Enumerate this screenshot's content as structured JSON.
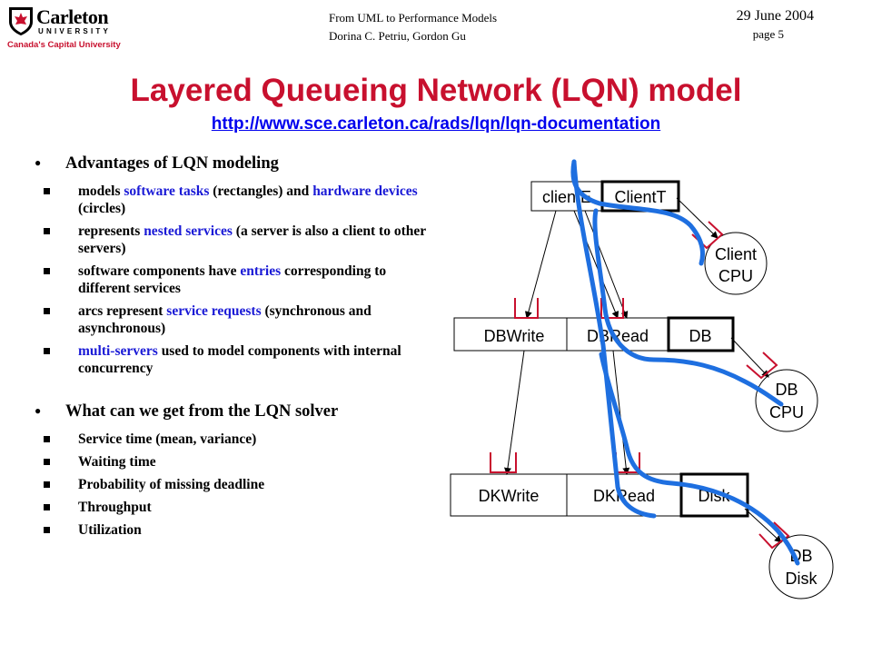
{
  "header": {
    "logo": {
      "name": "Carleton",
      "university": "UNIVERSITY",
      "tagline": "Canada's Capital University"
    },
    "course_title": "From UML to Performance Models",
    "authors": "Dorina C. Petriu, Gordon Gu",
    "date": "29 June 2004",
    "page": "page 5"
  },
  "slide": {
    "title": "Layered Queueing Network (LQN) model",
    "url": "http://www.sce.carleton.ca/rads/lqn/lqn-documentation",
    "sections": [
      {
        "heading": "Advantages of LQN modeling",
        "items": [
          {
            "parts": [
              "models ",
              "software tasks",
              " (rectangles) and ",
              "hardware devices",
              " (circles)"
            ]
          },
          {
            "parts": [
              "represents ",
              "nested services",
              " (a server is also a client to other servers)"
            ]
          },
          {
            "parts": [
              "software components have ",
              "entries",
              " corresponding to different services"
            ]
          },
          {
            "parts": [
              "arcs represent ",
              "service requests",
              " (synchronous and asynchronous)"
            ]
          },
          {
            "parts": [
              "",
              "multi-servers",
              " used to model components with internal concurrency"
            ]
          }
        ]
      },
      {
        "heading": "What can we get from the LQN solver",
        "items": [
          {
            "text": "Service time (mean, variance)"
          },
          {
            "text": "Waiting time"
          },
          {
            "text": "Probability of missing deadline"
          },
          {
            "text": "Throughput"
          },
          {
            "text": "Utilization"
          }
        ]
      }
    ]
  },
  "diagram": {
    "tasks": {
      "client": {
        "entry": "clientE",
        "task": "ClientT"
      },
      "db": {
        "entry1": "DBWrite",
        "entry2": "DBRead",
        "task": "DB"
      },
      "disk": {
        "entry1": "DKWrite",
        "entry2": "DKRead",
        "task": "Disk"
      }
    },
    "devices": {
      "client_cpu": {
        "line1": "Client",
        "line2": "CPU"
      },
      "db_cpu": {
        "line1": "DB",
        "line2": "CPU"
      },
      "db_disk": {
        "line1": "DB",
        "line2": "Disk"
      }
    },
    "colors": {
      "annotation": "#1e6fe0",
      "marker": "#c8102e"
    }
  }
}
